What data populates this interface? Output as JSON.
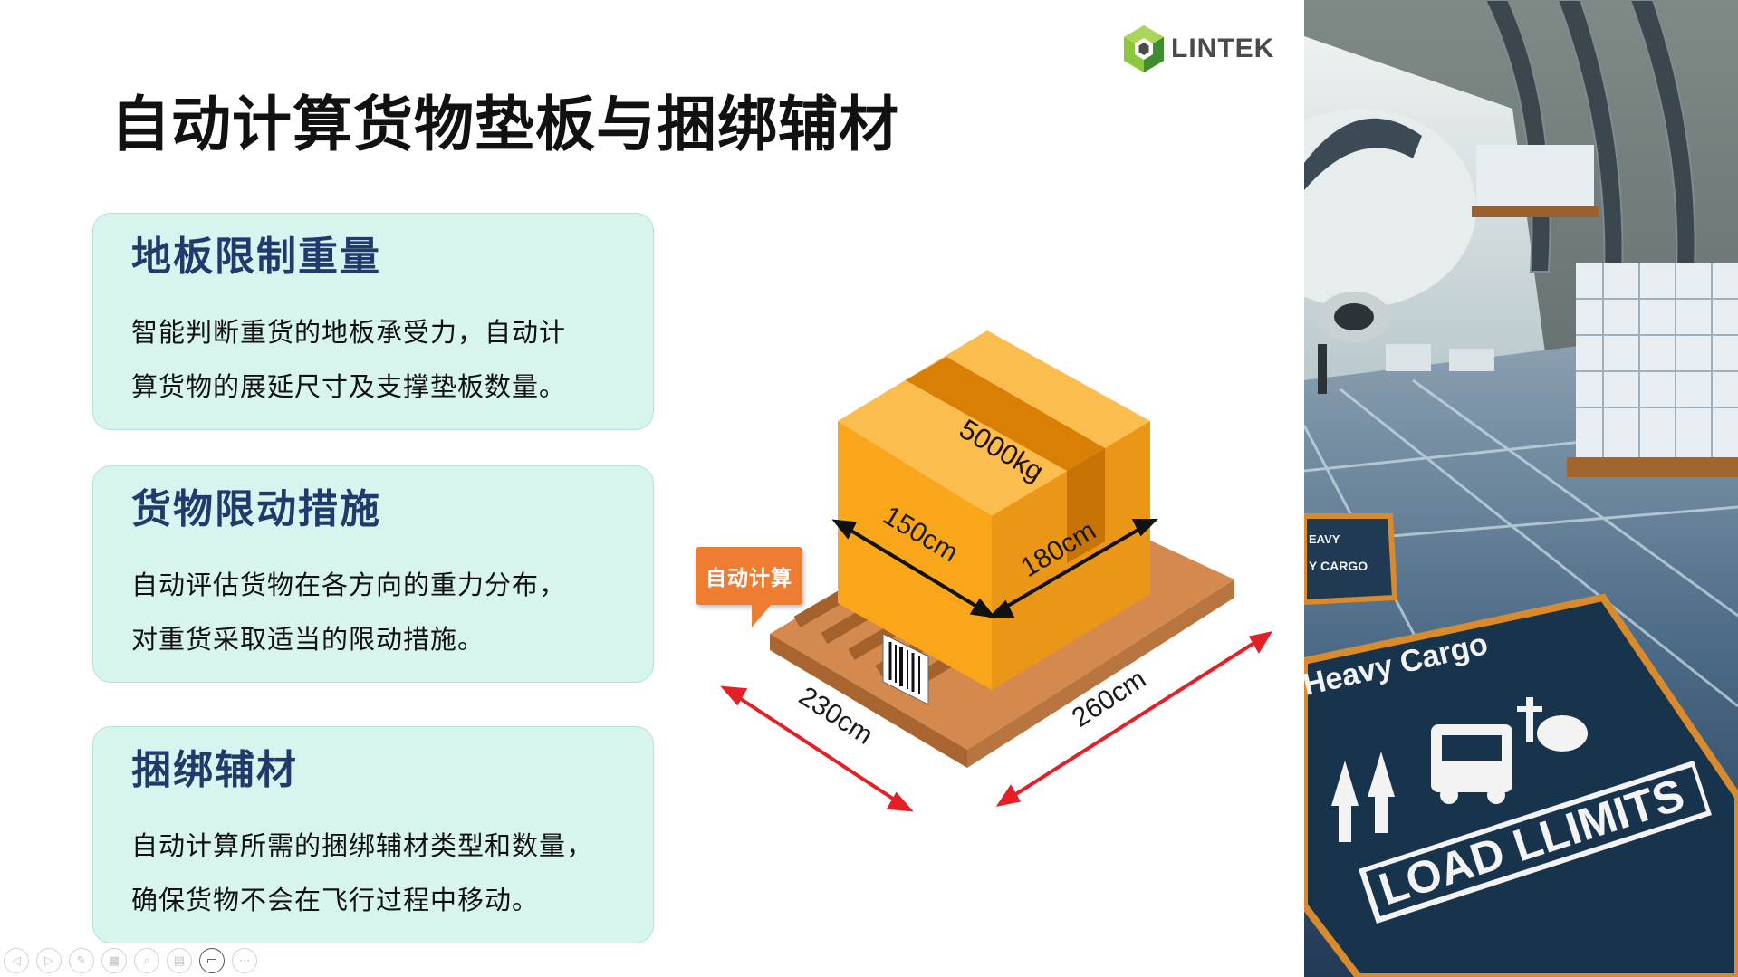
{
  "slide": {
    "title": "自动计算货物垫板与捆绑辅材",
    "brand_name": "LINTEK",
    "brand_colors": {
      "green": "#8dc63f",
      "green_dark": "#3e8e2f",
      "text": "#4a4a4a"
    }
  },
  "cards": [
    {
      "title": "地板限制重量",
      "lines": [
        "智能判断重货的地板承受力，自动计",
        "算货物的展延尺寸及支撑垫板数量。"
      ]
    },
    {
      "title": "货物限动措施",
      "lines": [
        "自动评估货物在各方向的重力分布，",
        "对重货采取适当的限动措施。"
      ]
    },
    {
      "title": "捆绑辅材",
      "lines": [
        "自动计算所需的捆绑辅材类型和数量，",
        "确保货物不会在飞行过程中移动。"
      ]
    }
  ],
  "illustration": {
    "callout": "自动计算",
    "weight": "5000kg",
    "box_dims": [
      "150cm",
      "180cm"
    ],
    "pallet_dims": [
      "230cm",
      "260cm"
    ],
    "colors": {
      "box": "#f9a61a",
      "box_top": "#fcbd4f",
      "tape": "#d97f06",
      "pallet": "#d48a4e",
      "arrow": "#e41f26",
      "callout": "#ee7d31"
    }
  },
  "photo": {
    "sign_heavy": "Heavy Cargo",
    "sign_limits": "LOAD LLIMITS",
    "sign_small": "Y CARGO",
    "sign_small2": "EAVY"
  },
  "toolbar": {
    "buttons": [
      "previous-slide",
      "next-slide",
      "pen-tool",
      "view-all-slides",
      "zoom",
      "subtitles",
      "camera",
      "more-options"
    ],
    "glyphs": [
      "◁",
      "▷",
      "✎",
      "▦",
      "⌕",
      "▤",
      "▭",
      "⋯"
    ]
  }
}
